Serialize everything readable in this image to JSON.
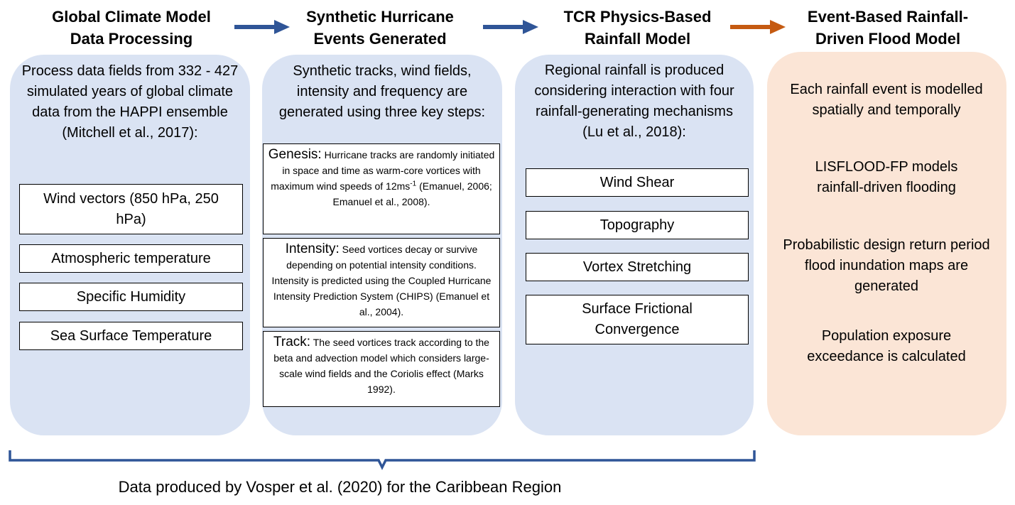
{
  "columns": [
    {
      "title_line1": "Global Climate Model",
      "title_line2": "Data Processing",
      "intro": "Process data fields from 332 - 427 simulated years of global climate data from the HAPPI ensemble (Mitchell et al., 2017):",
      "items": [
        "Wind vectors (850 hPa, 250 hPa)",
        "Atmospheric temperature",
        "Specific Humidity",
        "Sea Surface Temperature"
      ]
    },
    {
      "title_line1": "Synthetic Hurricane",
      "title_line2": "Events Generated",
      "intro": "Synthetic tracks, wind fields, intensity and frequency are generated using three key steps:",
      "steps": [
        {
          "lead": "Genesis:",
          "text_a": "Hurricane tracks are randomly initiated in space and time as warm-core vortices with maximum wind speeds of 12ms",
          "sup": "-1",
          "text_b": "(Emanuel, 2006; Emanuel et al., 2008)."
        },
        {
          "lead": "Intensity:",
          "text": "Seed vortices decay or survive depending on potential intensity conditions. Intensity is predicted using the Coupled Hurricane Intensity Prediction System (CHIPS) (Emanuel et al., 2004)."
        },
        {
          "lead": "Track:",
          "text": "The seed vortices track according to the beta and advection model which considers large-scale wind fields and the Coriolis effect (Marks 1992)."
        }
      ]
    },
    {
      "title_line1": "TCR Physics-Based",
      "title_line2": "Rainfall Model",
      "intro": "Regional rainfall is produced considering interaction with four rainfall-generating mechanisms (Lu et al., 2018):",
      "items": [
        "Wind Shear",
        "Topography",
        "Vortex Stretching",
        "Surface Frictional Convergence"
      ]
    },
    {
      "title_line1": "Event-Based Rainfall-",
      "title_line2": "Driven Flood Model",
      "bullets": [
        "Each rainfall event is modelled spatially and temporally",
        "LISFLOOD-FP models rainfall-driven flooding",
        "Probabilistic design return period flood inundation maps are generated",
        "Population exposure exceedance is calculated"
      ]
    }
  ],
  "footer": "Data produced by Vosper et al. (2020) for the Caribbean Region",
  "colors": {
    "blue_panel": "#dae3f3",
    "orange_panel": "#fbe5d6",
    "blue_arrow": "#2f5597",
    "orange_arrow": "#c55a11",
    "bracket": "#2f5597"
  }
}
